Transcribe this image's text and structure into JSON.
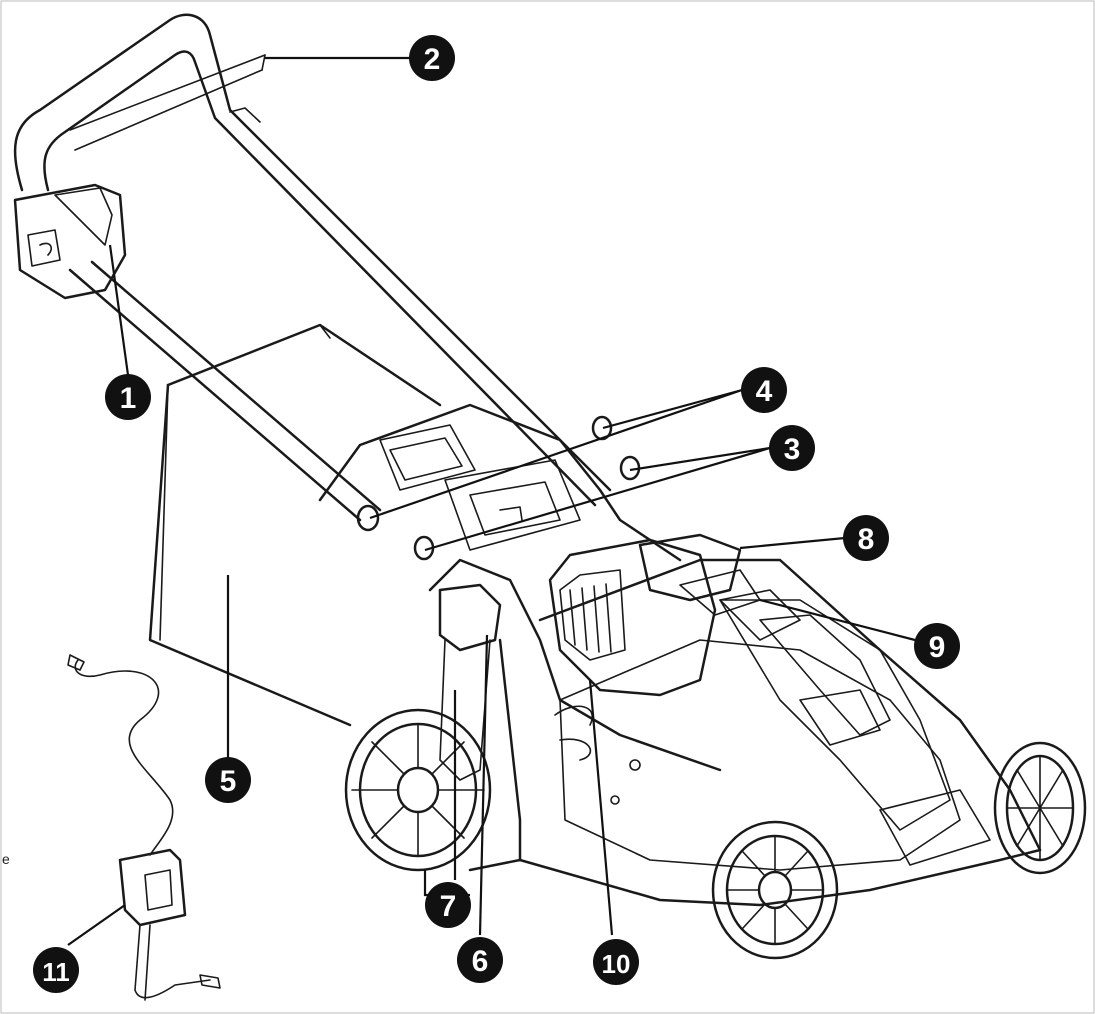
{
  "diagram": {
    "callouts": [
      {
        "id": "1",
        "label": "1"
      },
      {
        "id": "2",
        "label": "2"
      },
      {
        "id": "3",
        "label": "3"
      },
      {
        "id": "4",
        "label": "4"
      },
      {
        "id": "5",
        "label": "5"
      },
      {
        "id": "6",
        "label": "6"
      },
      {
        "id": "7",
        "label": "7"
      },
      {
        "id": "8",
        "label": "8"
      },
      {
        "id": "9",
        "label": "9"
      },
      {
        "id": "10",
        "label": "10"
      },
      {
        "id": "11",
        "label": "11"
      }
    ],
    "edge_fragment": "e"
  },
  "colors": {
    "line": "#1a1a1a",
    "callout_fill": "#111111",
    "callout_text": "#ffffff",
    "background": "#ffffff"
  }
}
